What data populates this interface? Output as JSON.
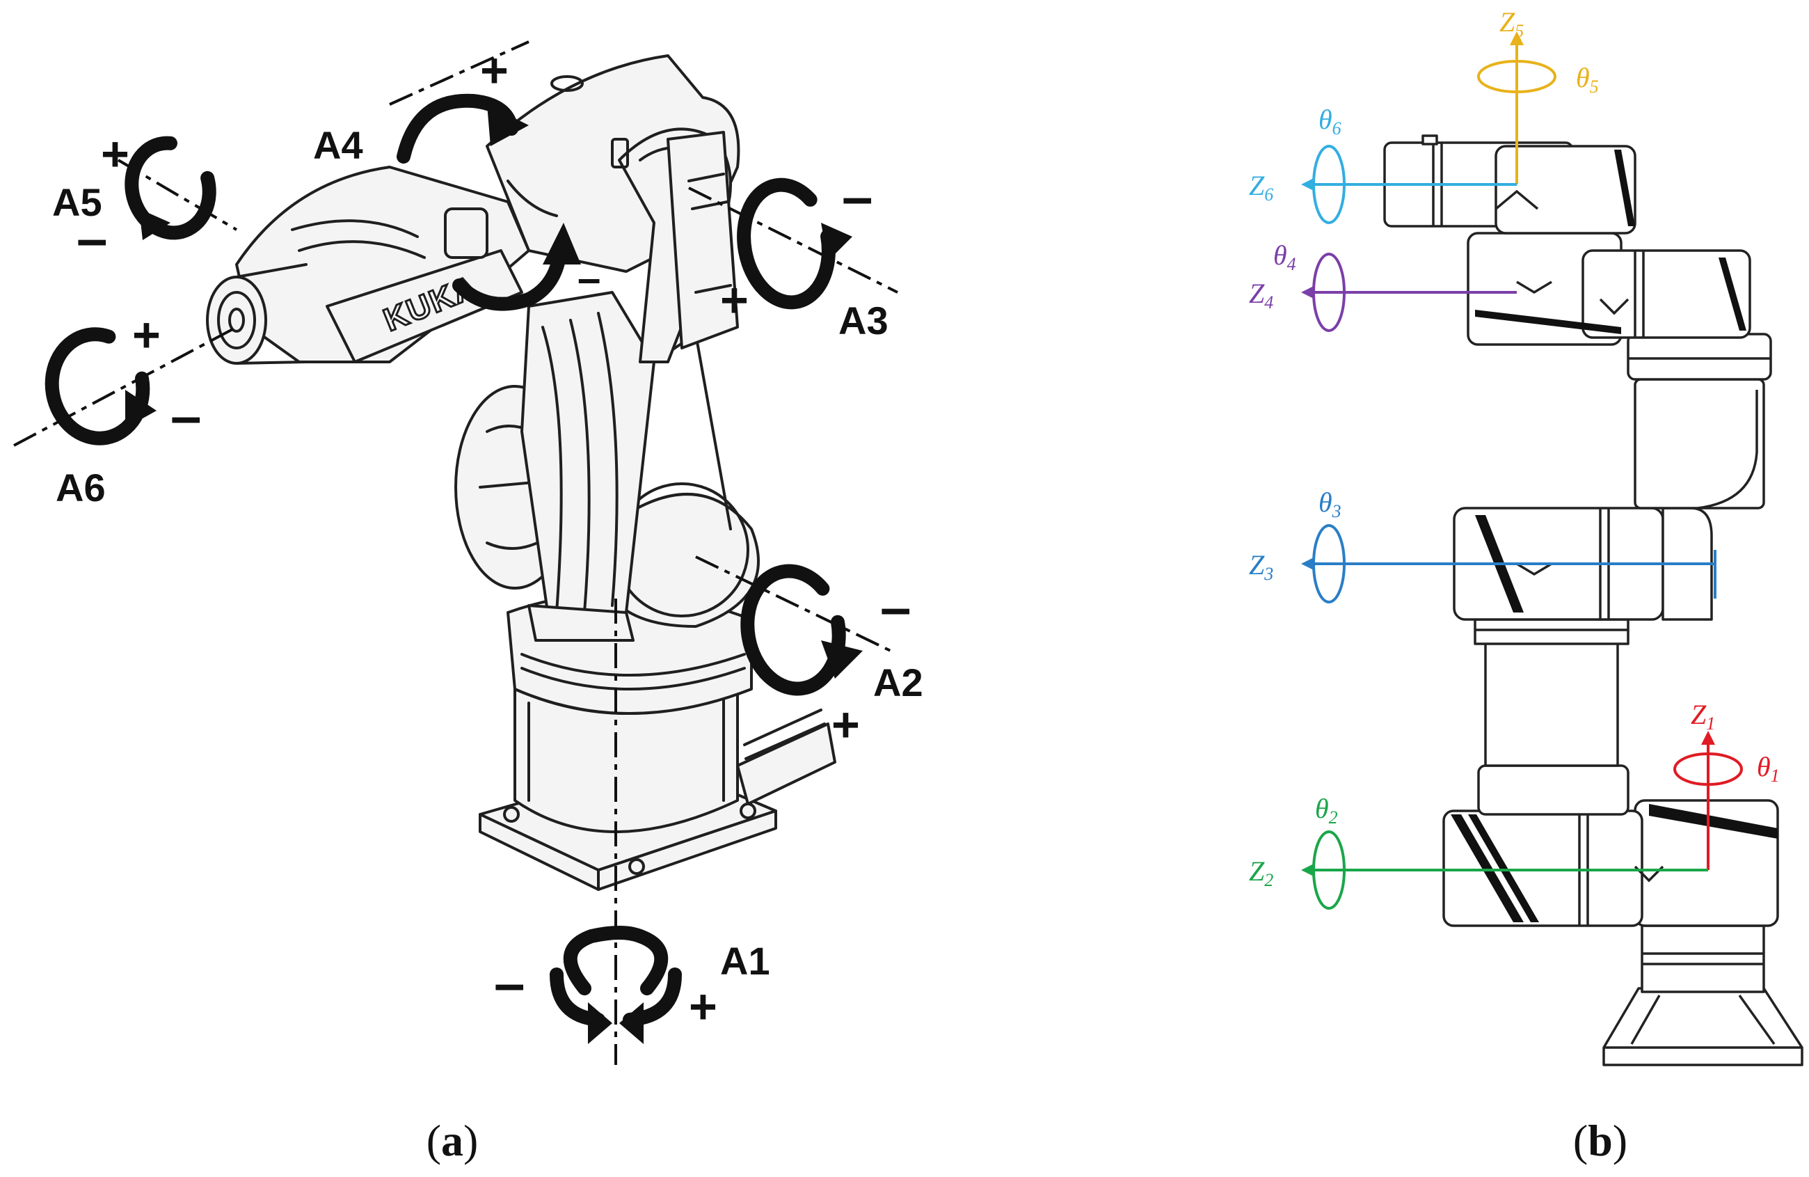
{
  "figure": {
    "panel_a": {
      "caption": "(a)",
      "caption_letter": "a",
      "brand": "KUKA",
      "joints": [
        {
          "name": "A1",
          "plus": "+",
          "minus": "–"
        },
        {
          "name": "A2",
          "plus": "+",
          "minus": "–"
        },
        {
          "name": "A3",
          "plus": "+",
          "minus": "–"
        },
        {
          "name": "A4",
          "plus": "+",
          "minus": "–"
        },
        {
          "name": "A5",
          "plus": "+",
          "minus": "–"
        },
        {
          "name": "A6",
          "plus": "+",
          "minus": "–"
        }
      ]
    },
    "panel_b": {
      "caption": "(b)",
      "caption_letter": "b",
      "axes": [
        {
          "z": "Z",
          "z_sub": "1",
          "theta": "θ",
          "theta_sub": "1",
          "color": "#e01b24"
        },
        {
          "z": "Z",
          "z_sub": "2",
          "theta": "θ",
          "theta_sub": "2",
          "color": "#1aa64a"
        },
        {
          "z": "Z",
          "z_sub": "3",
          "theta": "θ",
          "theta_sub": "3",
          "color": "#2a7ec6"
        },
        {
          "z": "Z",
          "z_sub": "4",
          "theta": "θ",
          "theta_sub": "4",
          "color": "#7b3fa8"
        },
        {
          "z": "Z",
          "z_sub": "5",
          "theta": "θ",
          "theta_sub": "5",
          "color": "#e8b21a"
        },
        {
          "z": "Z",
          "z_sub": "6",
          "theta": "θ",
          "theta_sub": "6",
          "color": "#33aee0"
        }
      ]
    }
  }
}
